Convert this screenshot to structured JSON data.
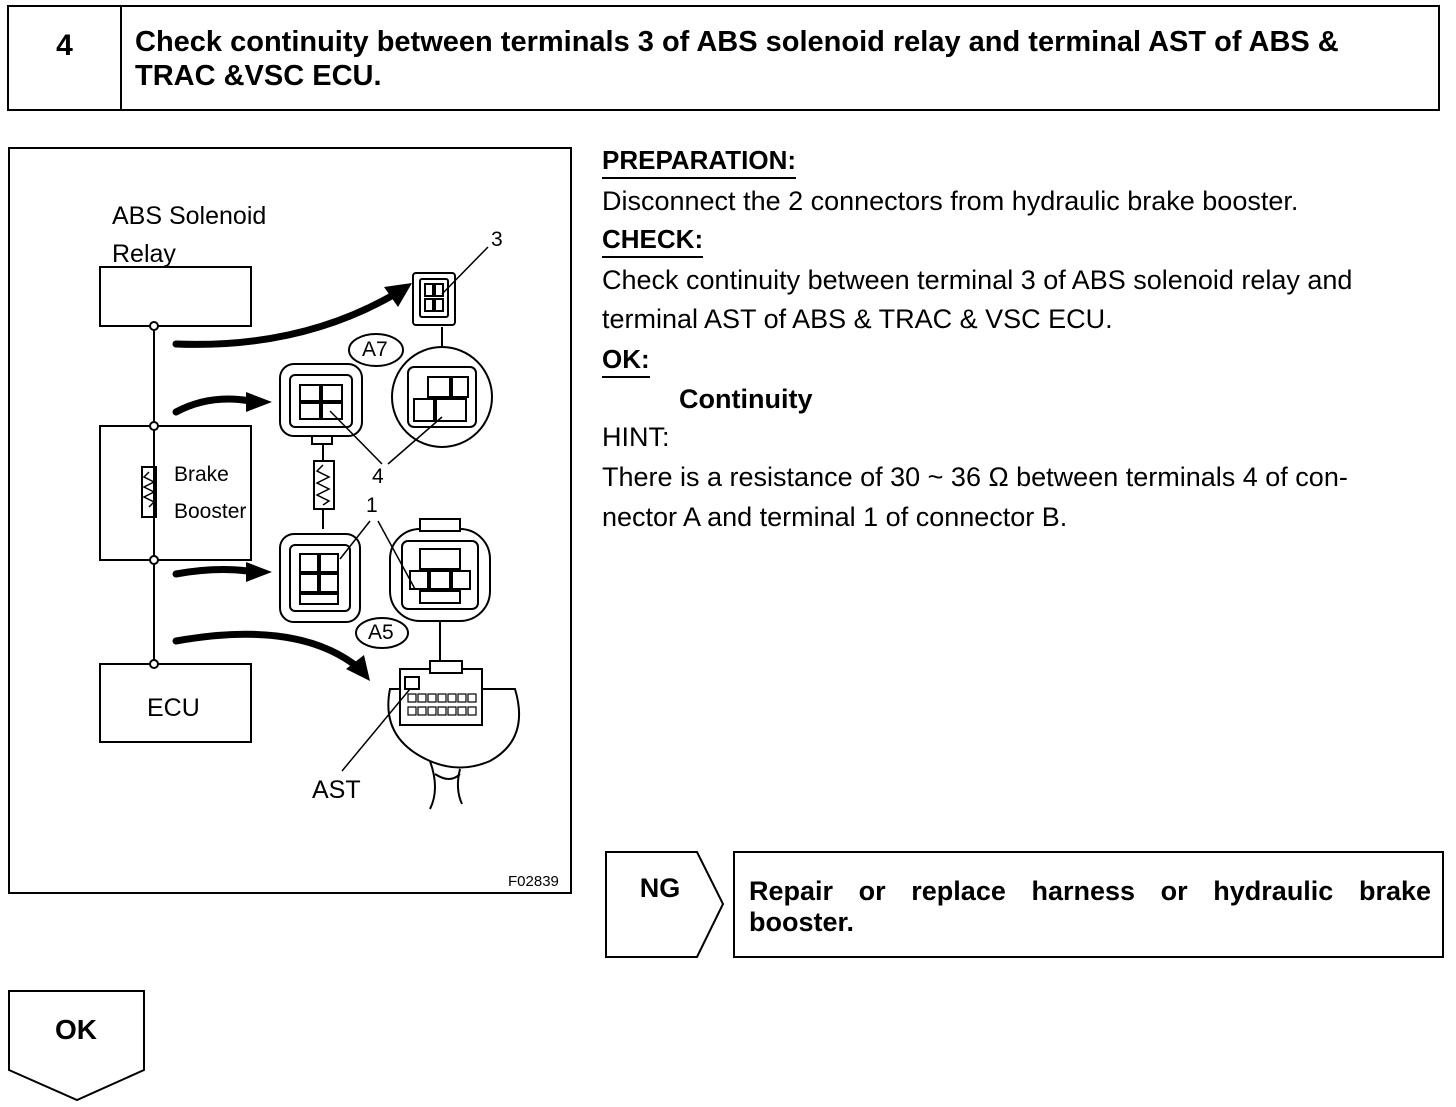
{
  "step": {
    "number": "4",
    "title": "Check continuity between terminals 3 of ABS solenoid relay and terminal AST of ABS & TRAC &VSC ECU."
  },
  "figure": {
    "abs_relay_label_line1": "ABS Solenoid",
    "abs_relay_label_line2": "Relay",
    "brake_label_line1": "Brake",
    "brake_label_line2": "Booster",
    "ecu_label": "ECU",
    "terminal_3": "3",
    "terminal_4": "4",
    "terminal_1": "1",
    "connector_a7": "A7",
    "connector_a5": "A5",
    "terminal_ast": "AST",
    "figure_code": "F02839"
  },
  "preparation": {
    "label": "PREPARATION:",
    "text": "Disconnect the 2 connectors from hydraulic brake booster."
  },
  "check": {
    "label": "CHECK:",
    "text_line1": "Check continuity between terminal 3 of ABS solenoid relay and",
    "text_line2": "terminal AST of ABS & TRAC & VSC ECU."
  },
  "ok_spec": {
    "label": "OK:",
    "value": "Continuity"
  },
  "hint": {
    "label": "HINT:",
    "text_line1": "There is a resistance of 30 ~ 36 Ω between terminals 4 of con-",
    "text_line2": "nector A and terminal 1 of connector B."
  },
  "ng_branch": {
    "label": "NG",
    "action": "Repair or replace harness or hydraulic brake booster."
  },
  "ok_branch": {
    "label": "OK"
  }
}
